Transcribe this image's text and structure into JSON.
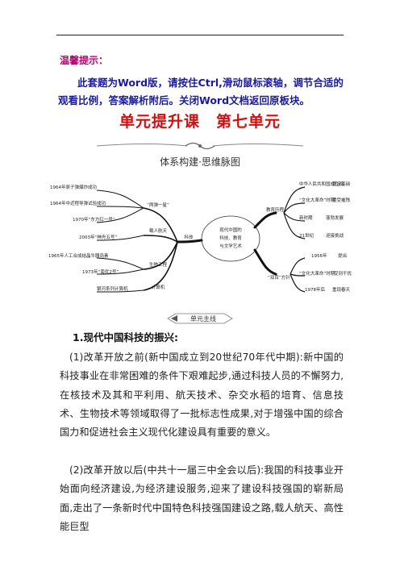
{
  "tip": {
    "title": "温馨提示：",
    "body": "此套题为Word版，请按住Ctrl,滑动鼠标滚轴，调节合适的观看比例，答案解析附后。关闭Word文档返回原板块。"
  },
  "unit_title": "单元提升课　第七单元",
  "map_caption": "体系构建·思维脉图",
  "mindmap": {
    "center": [
      "现代中国的",
      "科技、教育",
      "与文学艺术"
    ],
    "left_branch": "科技",
    "left_groups": [
      {
        "label": "“两弹一星”",
        "items": [
          "1964年原子弹爆炸成功",
          "1964年中近程导弹试验成功",
          "1970年“东方红一号”"
        ]
      },
      {
        "label": "载人航天",
        "items": [
          "2003年“神舟五号”"
        ]
      },
      {
        "label": "生物工程",
        "items": [
          "1965年人工合成结晶牛胰岛素",
          "1973年“南优2号”"
        ]
      },
      {
        "label": "计算机",
        "items": [
          "银河系列计算机"
        ]
      }
    ],
    "right_branches": [
      {
        "label": "教育历程",
        "items": [
          {
            "stage": "中华人民共和国成立初",
            "result": "奠定基础"
          },
          {
            "stage": "“文化大革命”时期",
            "result": "遭受摧残"
          },
          {
            "stage": "新时期",
            "result": "蓬勃发展"
          },
          {
            "stage": "21世纪",
            "result": "迎接挑战"
          }
        ]
      },
      {
        "label": "“双百”方针",
        "items": [
          {
            "stage": "1956年",
            "result": "提出"
          },
          {
            "stage": "“文化大革命”时期",
            "result": "受到干扰"
          },
          {
            "stage": "1978年后",
            "result": "重现春天"
          }
        ]
      }
    ]
  },
  "section_badge": "单元主线",
  "heading": "1.现代中国科技的振兴:",
  "paragraphs": [
    "(1)改革开放之前(新中国成立到20世纪70年代中期):新中国的科技事业在非常困难的条件下艰难起步,通过科技人员的不懈努力,在核技术及其和平利用、航天技术、杂交水稻的培育、信息技术、生物技术等领域取得了一批标志性成果,对于增强中国的综合国力和促进社会主义现代化建设具有重要的意义。",
    "(2)改革开放以后(中共十一届三中全会以后):我国的科技事业开始面向经济建设,为经济建设服务,迎来了建设科技强国的崭新局面,走出了一条新时代中国特色科技强国建设之路,载人航天、高性能巨型"
  ]
}
